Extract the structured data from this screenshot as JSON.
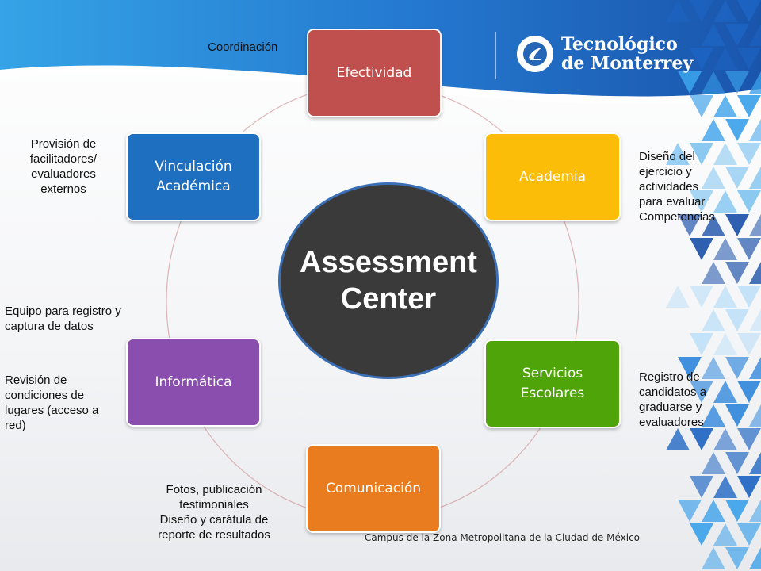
{
  "center": {
    "line1": "Assessment",
    "line2": "Center"
  },
  "nodes": [
    {
      "id": "efectividad",
      "lines": [
        "Efectividad"
      ],
      "color": "#c0504d"
    },
    {
      "id": "academia",
      "lines": [
        "Academia"
      ],
      "color": "#fbbd08"
    },
    {
      "id": "servicios",
      "lines": [
        "Servicios",
        "Escolares"
      ],
      "color": "#4ea409"
    },
    {
      "id": "comunicacion",
      "lines": [
        "Comunicación"
      ],
      "color": "#e87c1e"
    },
    {
      "id": "informatica",
      "lines": [
        "Informática"
      ],
      "color": "#8a4fae"
    },
    {
      "id": "vinculacion",
      "lines": [
        "Vinculación",
        "Académica"
      ],
      "color": "#1e6fc0"
    }
  ],
  "notes": {
    "coordinacion": [
      "Coordinación"
    ],
    "provision": [
      "Provisión de",
      "facilitadores/",
      "evaluadores",
      "externos"
    ],
    "diseno": [
      "Diseño del",
      "ejercicio y",
      "actividades",
      "para evaluar",
      "Competencias"
    ],
    "equipo": [
      "Equipo para registro y",
      "captura de datos"
    ],
    "revision": [
      "Revisión de",
      "condiciones de",
      "lugares (acceso a",
      "red)"
    ],
    "registro": [
      "Registro de",
      "candidatos a",
      "graduarse y",
      "evaluadores"
    ],
    "fotos": [
      "Fotos, publicación",
      "testimoniales",
      "Diseño y carátula de",
      "reporte de resultados"
    ]
  },
  "logo": {
    "line1": "Tecnológico",
    "line2": "de Monterrey"
  },
  "footer": "Campus de la Zona Metropolitana de la Ciudad de México",
  "colors": {
    "banner": "#1f62b3",
    "ring_line": "#9bb3d6"
  }
}
